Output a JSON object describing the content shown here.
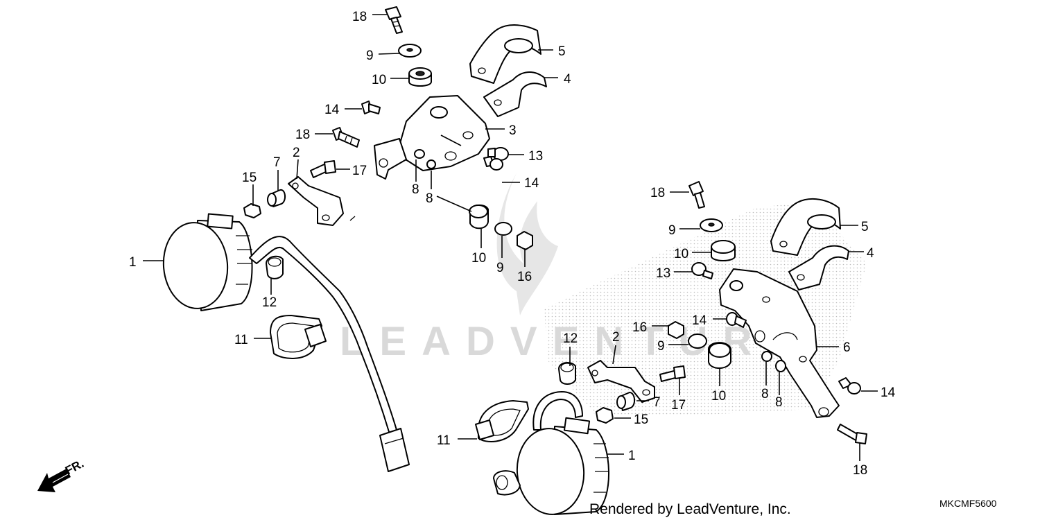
{
  "watermark": {
    "text": "LEADVENTURE"
  },
  "footer": {
    "rendered_by": "Rendered by LeadVenture, Inc.",
    "diagram_code": "MKCMF5600"
  },
  "direction_marker": {
    "label": "FR.",
    "icon": "arrow-left-down-icon"
  },
  "callouts_left": {
    "c18a": "18",
    "c9a": "9",
    "c10a": "10",
    "c5a": "5",
    "c4a": "4",
    "c14a": "14",
    "c3": "3",
    "c18b": "18",
    "c13a": "13",
    "c2a": "2",
    "c7a": "7",
    "c17a": "17",
    "c15a": "15",
    "c8a": "8",
    "c8b": "8",
    "c14b": "14",
    "c1a": "1",
    "c12a": "12",
    "c10b": "10",
    "c9b": "9",
    "c16a": "16",
    "c11a": "11"
  },
  "callouts_right": {
    "c18c": "18",
    "c9c": "9",
    "c5b": "5",
    "c4b": "4",
    "c10c": "10",
    "c13b": "13",
    "c16b": "16",
    "c14c": "14",
    "c9d": "9",
    "c12b": "12",
    "c2b": "2",
    "c6": "6",
    "c10d": "10",
    "c8c": "8",
    "c8d": "8",
    "c14d": "14",
    "c7b": "7",
    "c17b": "17",
    "c15b": "15",
    "c11b": "11",
    "c1b": "1",
    "c18d": "18"
  }
}
